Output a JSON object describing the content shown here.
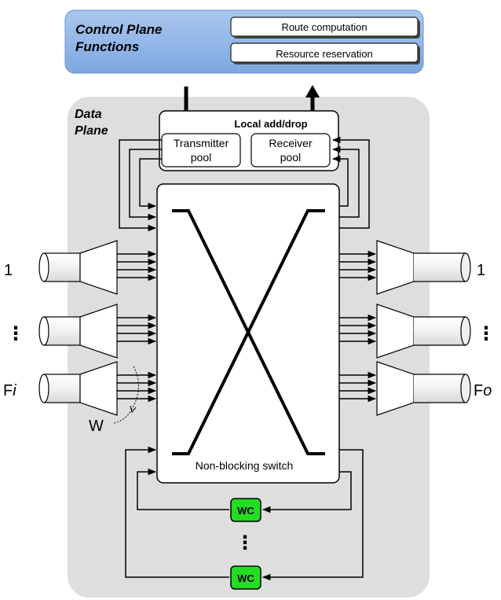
{
  "control_plane": {
    "title_line1": "Control Plane",
    "title_line2": "Functions",
    "functions": [
      "Route computation",
      "Resource reservation"
    ]
  },
  "data_plane": {
    "title_line1": "Data",
    "title_line2": "Plane"
  },
  "local_add_drop": {
    "title": "Local add/drop",
    "transmitter_pool": [
      "Transmitter",
      "pool"
    ],
    "receiver_pool": [
      "Receiver",
      "pool"
    ]
  },
  "switch": {
    "label": "Non-blocking switch"
  },
  "inputs": {
    "labels": [
      "1",
      "⋮"
    ],
    "last_prefix": "F",
    "last_suffix": "i"
  },
  "outputs": {
    "labels": [
      "1",
      "⋮"
    ],
    "last_prefix": "F",
    "last_suffix": "o"
  },
  "wavelength_label": "W",
  "wavelength_converters": {
    "label": "WC",
    "ellipsis": "⋮"
  },
  "colors": {
    "control_plane_fill": "#8fb5e8",
    "data_plane_fill": "#dedede",
    "wc_fill": "#22dd22",
    "line": "#000000"
  }
}
